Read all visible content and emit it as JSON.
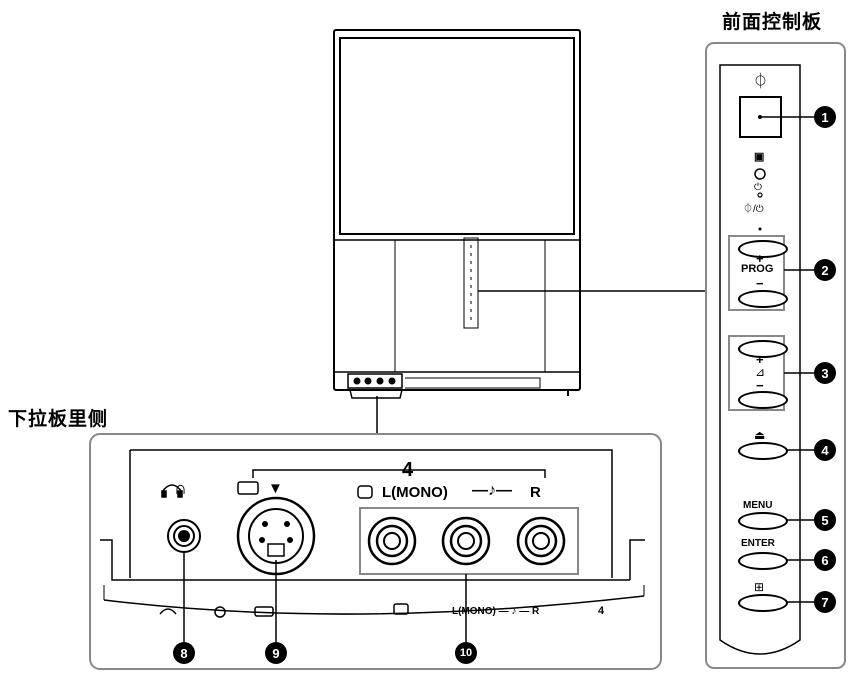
{
  "headings": {
    "front_panel": "前面控制板",
    "drop_panel": "下拉板里侧"
  },
  "front_panel": {
    "power_symbol": "⏀",
    "standby_sensor_symbol": "▣",
    "standby_indicator_symbol": "⏻",
    "indicator_label": "⏀/⏻",
    "prog_plus": "+",
    "prog_label": "PROG",
    "prog_minus": "−",
    "vol_plus": "+",
    "vol_symbol": "⊿",
    "vol_minus": "−",
    "input_symbol": "⏏",
    "menu_label": "MENU",
    "enter_label": "ENTER",
    "picture_symbol": "⊞"
  },
  "drop_panel": {
    "input_label": "4",
    "headphone_symbol": "∩",
    "svideo_marker": "▼",
    "audio_l_label": "L(MONO)",
    "audio_r_label": "R",
    "bottom_audio_label": "L(MONO) — ♪ — R",
    "bottom_input_label": "4"
  },
  "callouts": [
    "1",
    "2",
    "3",
    "4",
    "5",
    "6",
    "7",
    "8",
    "9",
    "10"
  ]
}
